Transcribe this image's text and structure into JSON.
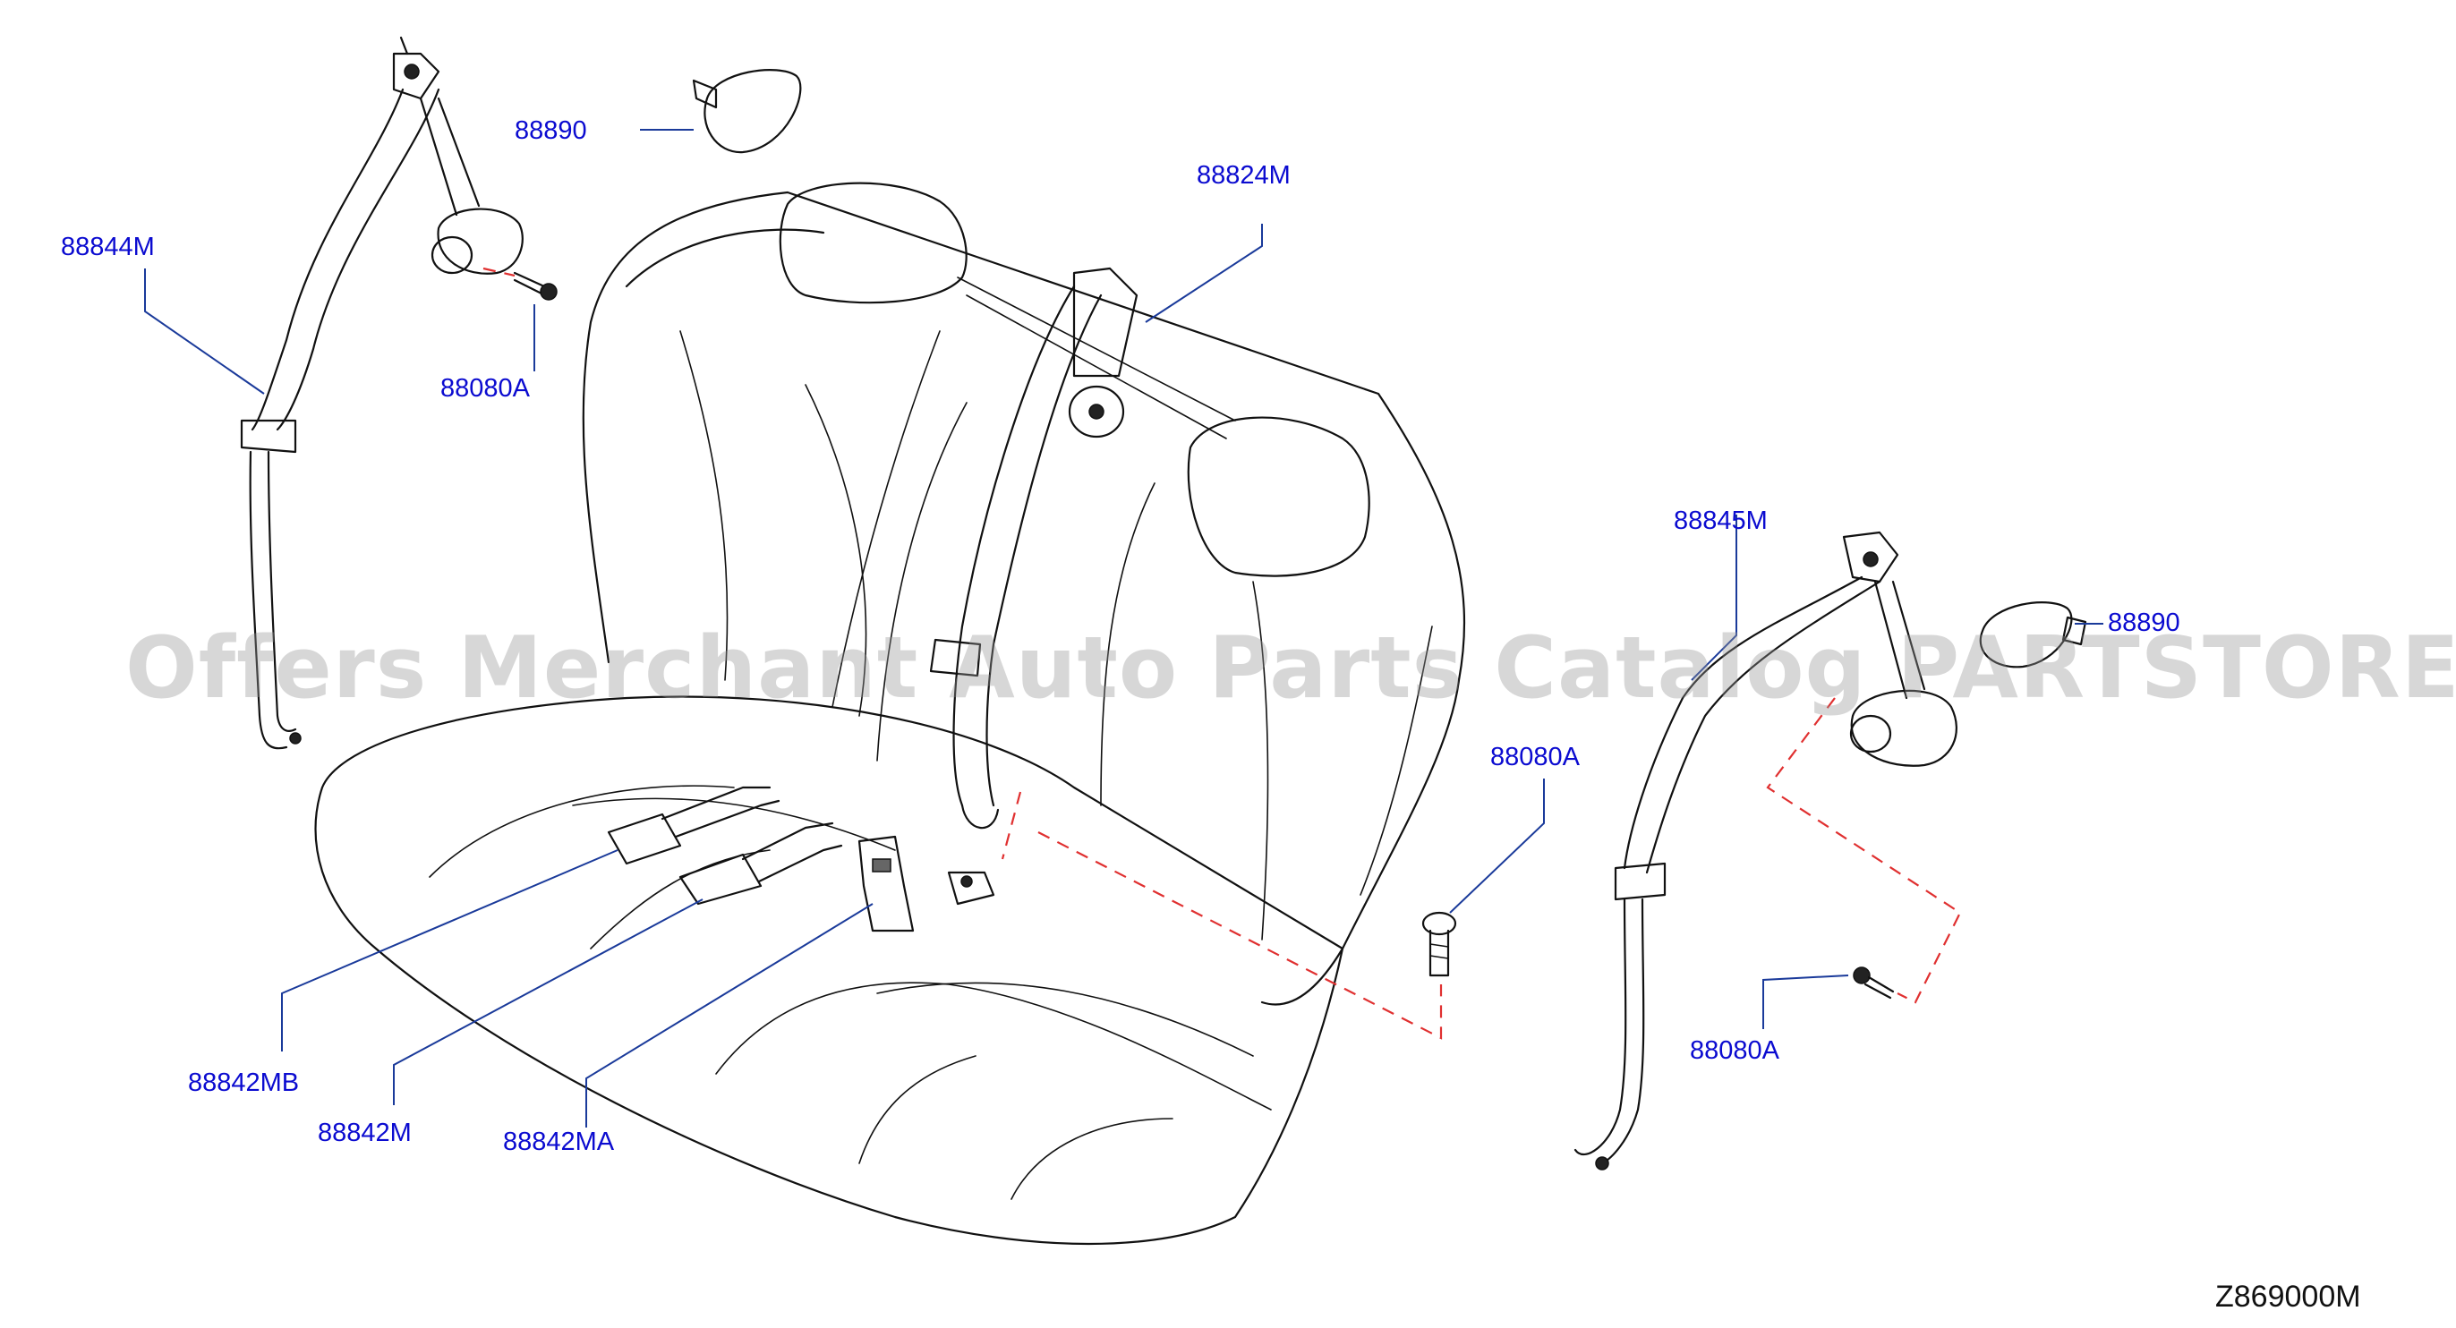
{
  "watermark": "Offers Merchant Auto Parts Catalog PARTSTORE.SA",
  "diagram_code": "Z869000M",
  "part_labels": {
    "p88890_left": "88890",
    "p88844M": "88844M",
    "p88080A_top_left": "88080A",
    "p88824M": "88824M",
    "p88845M": "88845M",
    "p88890_right": "88890",
    "p88080A_center": "88080A",
    "p88080A_right": "88080A",
    "p88842MB": "88842MB",
    "p88842M": "88842M",
    "p88842MA": "88842MA"
  },
  "colors": {
    "label": "#0b0bd0",
    "leader": "#1a3a9a",
    "dashed": "#e03030",
    "linework": "#111111",
    "watermark": "#969696"
  }
}
